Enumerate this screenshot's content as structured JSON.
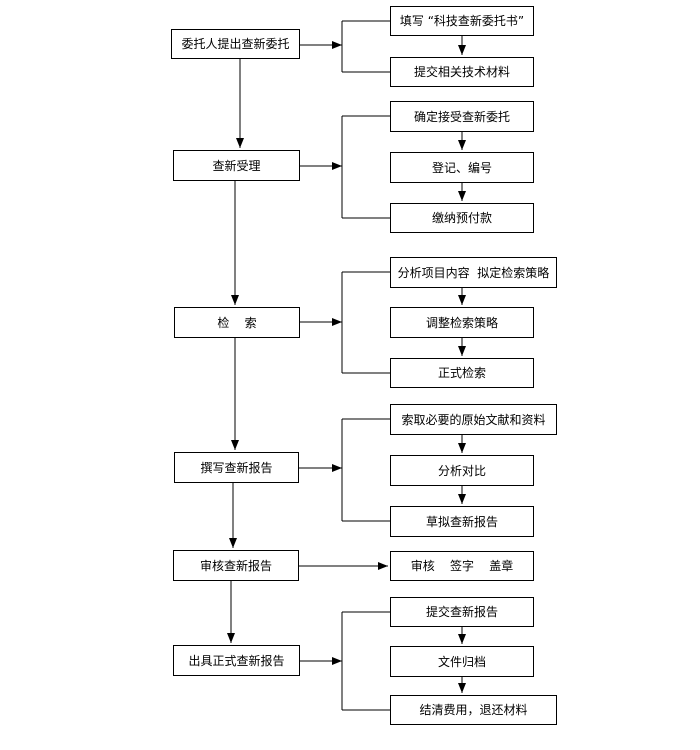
{
  "steps": [
    {
      "label": "委托人提出查新委托",
      "substeps": [
        "填写 “科技查新委托书”",
        "提交相关技术材料"
      ]
    },
    {
      "label": "查新受理",
      "substeps": [
        "确定接受查新委托",
        "登记、编号",
        "缴纳预付款"
      ]
    },
    {
      "label": "检    索",
      "substeps": [
        "分析项目内容  拟定检索策略",
        "调整检索策略",
        "正式检索"
      ]
    },
    {
      "label": "撰写查新报告",
      "substeps": [
        "索取必要的原始文献和资料",
        "分析对比",
        "草拟查新报告"
      ]
    },
    {
      "label": "审核查新报告",
      "substeps": [
        "审核    签字    盖章"
      ]
    },
    {
      "label": "出具正式查新报告",
      "substeps": [
        "提交查新报告",
        "文件归档",
        "结清费用，退还材料"
      ]
    }
  ]
}
